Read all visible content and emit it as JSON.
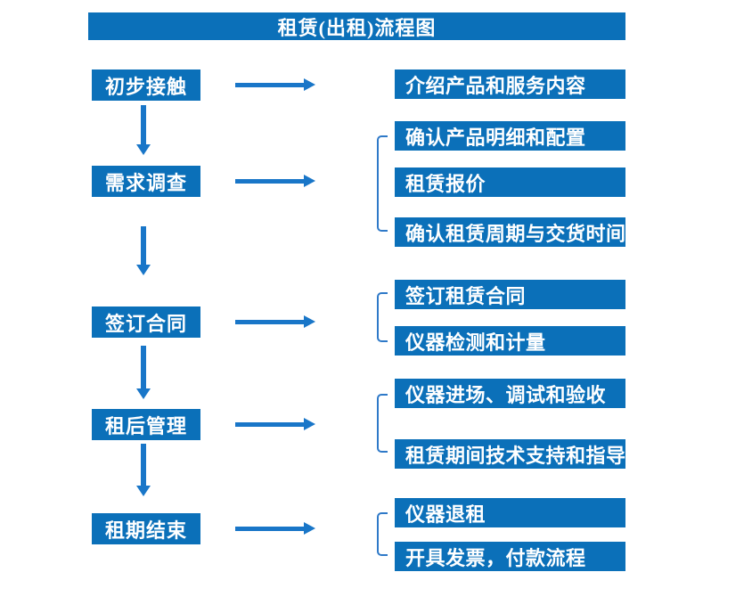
{
  "title": "租赁(出租)流程图",
  "colors": {
    "box_blue": "#0b70b9",
    "arrow_blue": "#1976c8",
    "bracket_blue": "#2e79c8",
    "text_white": "#ffffff"
  },
  "steps": [
    {
      "label": "初步接触",
      "details": [
        "介绍产品和服务内容"
      ]
    },
    {
      "label": "需求调查",
      "details": [
        "确认产品明细和配置",
        "租赁报价",
        "确认租赁周期与交货时间"
      ]
    },
    {
      "label": "签订合同",
      "details": [
        "签订租赁合同",
        "仪器检测和计量"
      ]
    },
    {
      "label": "租后管理",
      "details": [
        "仪器进场、调试和验收",
        "租赁期间技术支持和指导"
      ]
    },
    {
      "label": "租期结束",
      "details": [
        "仪器退租",
        "开具发票，付款流程"
      ]
    }
  ]
}
